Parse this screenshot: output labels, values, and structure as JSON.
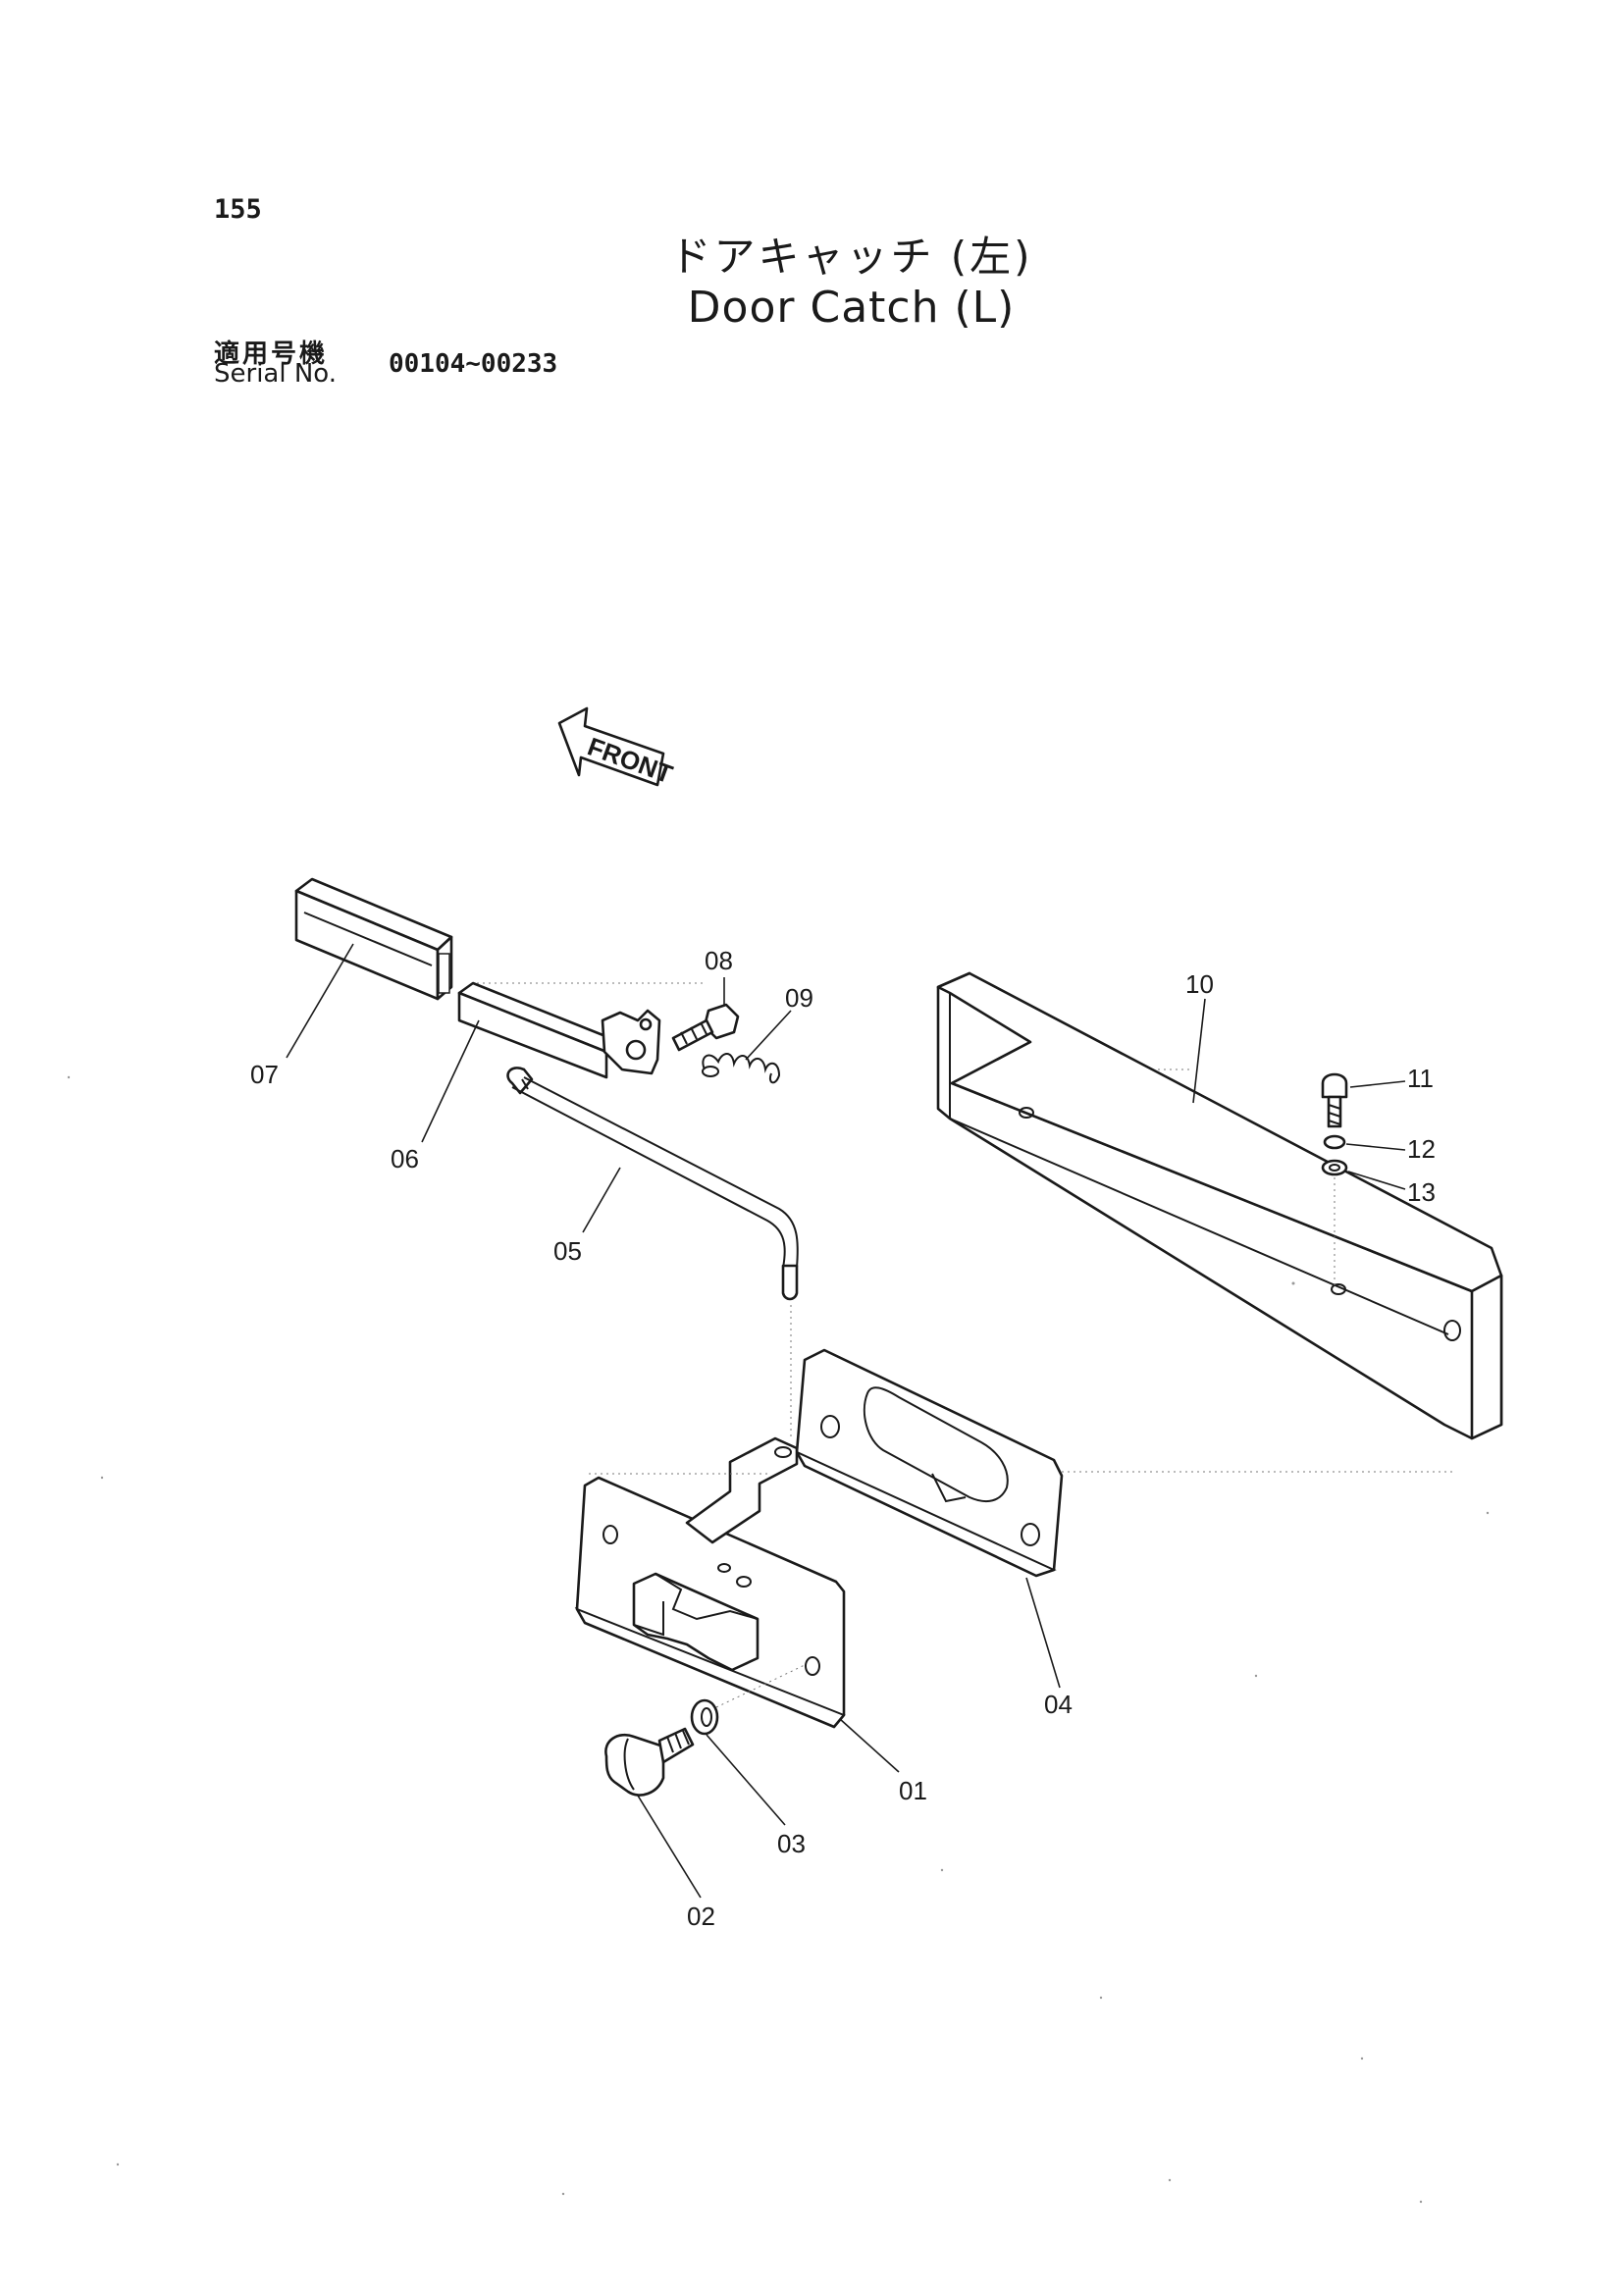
{
  "page_number": "155",
  "title_jp": "ドアキャッチ (左)",
  "title_en": "Door Catch (L)",
  "serial": {
    "label_jp": "適用号機",
    "label_en": "Serial No.",
    "range": "00104~00233"
  },
  "front_arrow_label": "FRONT",
  "callouts": {
    "p01": "01",
    "p02": "02",
    "p03": "03",
    "p04": "04",
    "p05": "05",
    "p06": "06",
    "p07": "07",
    "p08": "08",
    "p09": "09",
    "p10": "10",
    "p11": "11",
    "p12": "12",
    "p13": "13"
  }
}
